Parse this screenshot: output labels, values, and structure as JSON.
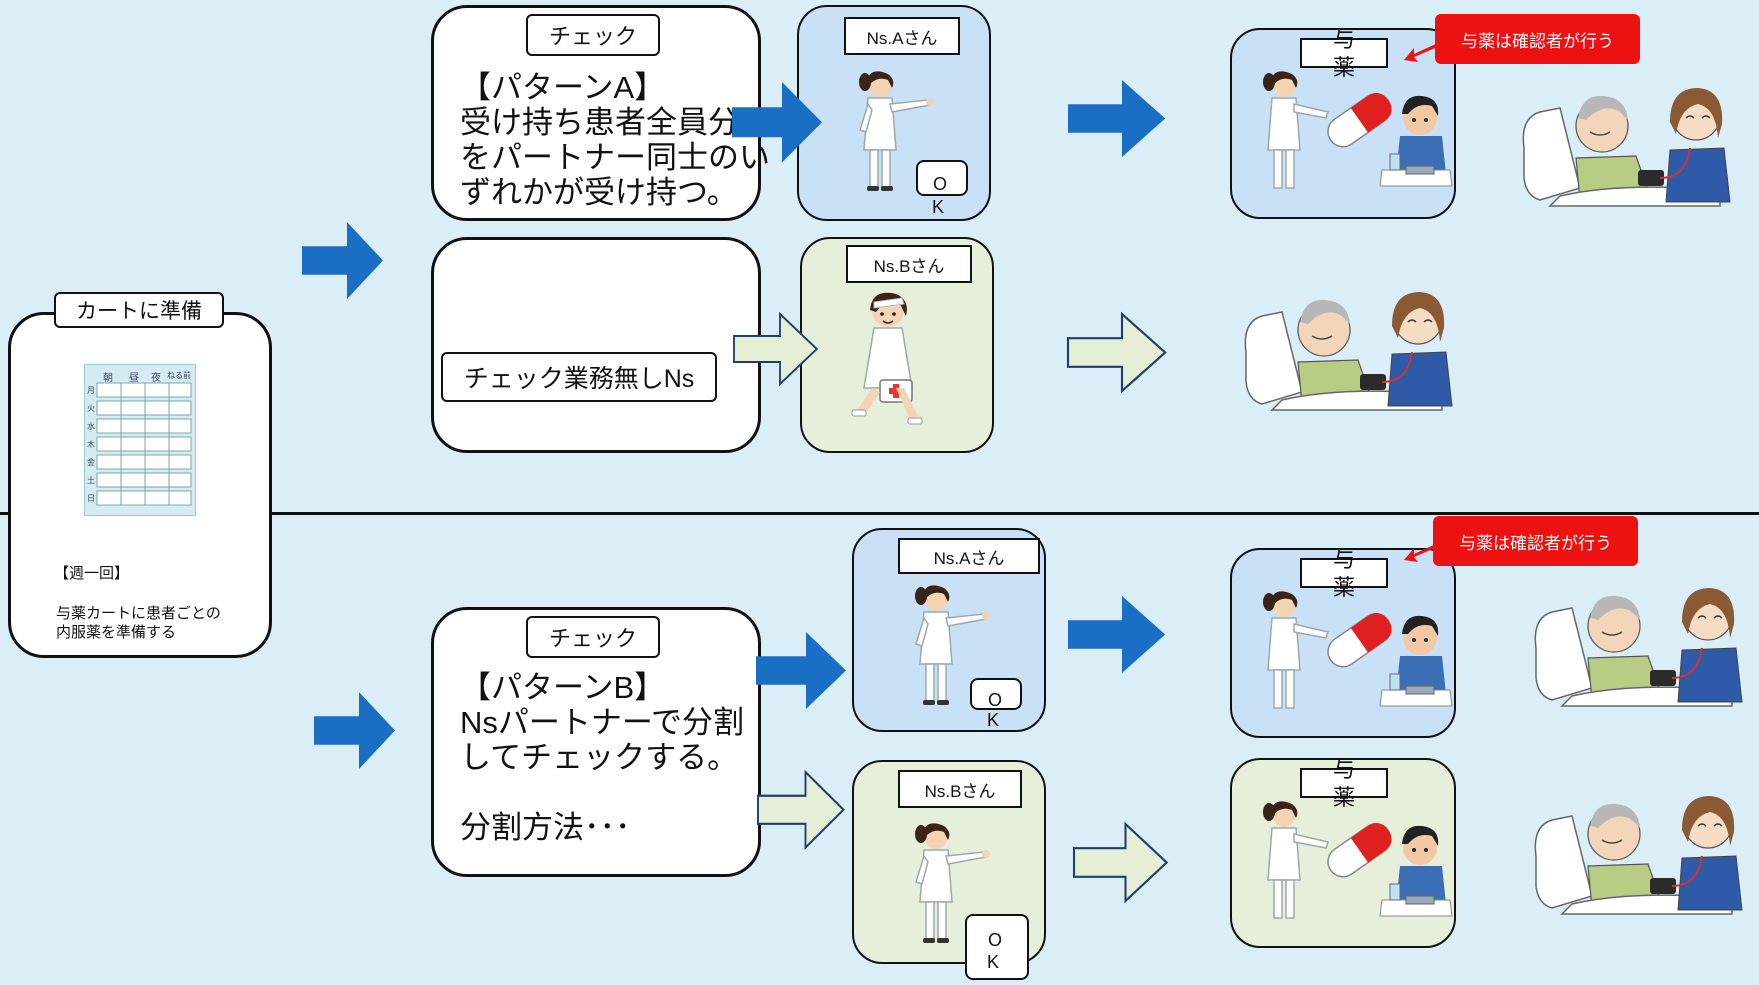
{
  "cart": {
    "title": "カートに準備",
    "days_header": [
      "朝",
      "昼",
      "夜",
      "ねる前"
    ],
    "weekdays": [
      "月",
      "火",
      "水",
      "木",
      "金",
      "土",
      "日"
    ],
    "note_1": "【週一回】",
    "note_2": "与薬カートに患者ごとの",
    "note_3": "内服薬を準備する"
  },
  "top": {
    "check_label": "チェック",
    "pattern_text": "【パターンA】\n受け持ち患者全員分\nをパートナー同士のい\nずれかが受け持つ。",
    "no_check_label": "チェック業務無しNs",
    "nurse_a": "Ns.Aさん",
    "nurse_b": "Ns.Bさん",
    "ok_o": "O",
    "ok_k": "K",
    "med_1": "与",
    "med_2": "薬",
    "confirm_label": "与薬は確認者が行う"
  },
  "bottom": {
    "check_label": "チェック",
    "pattern_text": "【パターンB】\nNsパートナーで分割\nしてチェックする。\n\n分割方法･･･",
    "nurse_a": "Ns.Aさん",
    "nurse_b": "Ns.Bさん",
    "ok_o": "O",
    "ok_k": "K",
    "med_1": "与",
    "med_2": "薬",
    "confirm_label": "与薬は確認者が行う"
  },
  "colors": {
    "arrow_blue": "#1a6fc4",
    "arrow_green": "#e4efd6",
    "panel_blue": "#c9e1f6",
    "panel_green": "#e6efd9",
    "red": "#ee1111",
    "background": "#daeef8"
  }
}
